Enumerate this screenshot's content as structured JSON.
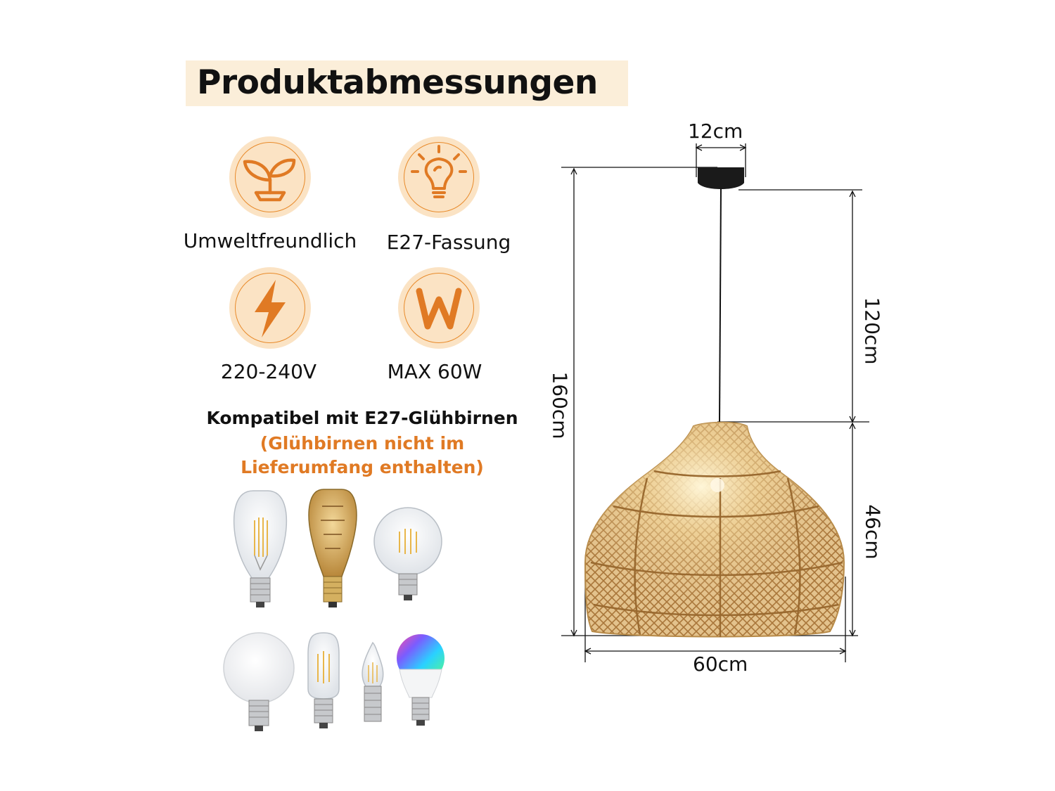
{
  "title": "Produktabmessungen",
  "features": [
    {
      "icon": "leaf-sprout-icon",
      "label": "Umweltfreundlich"
    },
    {
      "icon": "lightbulb-icon",
      "label": "E27-Fassung"
    },
    {
      "icon": "lightning-bolt-icon",
      "label": "220-240V"
    },
    {
      "icon": "watt-w-icon",
      "label": "MAX 60W"
    }
  ],
  "compatibility": {
    "heading": "Kompatibel mit E27-Glühbirnen",
    "note_line1": "(Glühbirnen nicht im",
    "note_line2": "Lieferumfang enthalten)"
  },
  "dimensions": {
    "canopy_width": "12cm",
    "total_height": "160cm",
    "cord_length": "120cm",
    "shade_height": "46cm",
    "shade_width": "60cm"
  },
  "colors": {
    "accent": "#e88a2a",
    "accent_light": "#fbe3c4",
    "title_bg": "#fbeed9",
    "rattan": "#d9b27a"
  },
  "bulbs": [
    "st64-filament-bulb",
    "edison-vintage-bulb",
    "g95-globe-bulb",
    "opal-globe-bulb",
    "t45-tube-bulb",
    "candle-flame-bulb",
    "rgb-smart-bulb"
  ]
}
